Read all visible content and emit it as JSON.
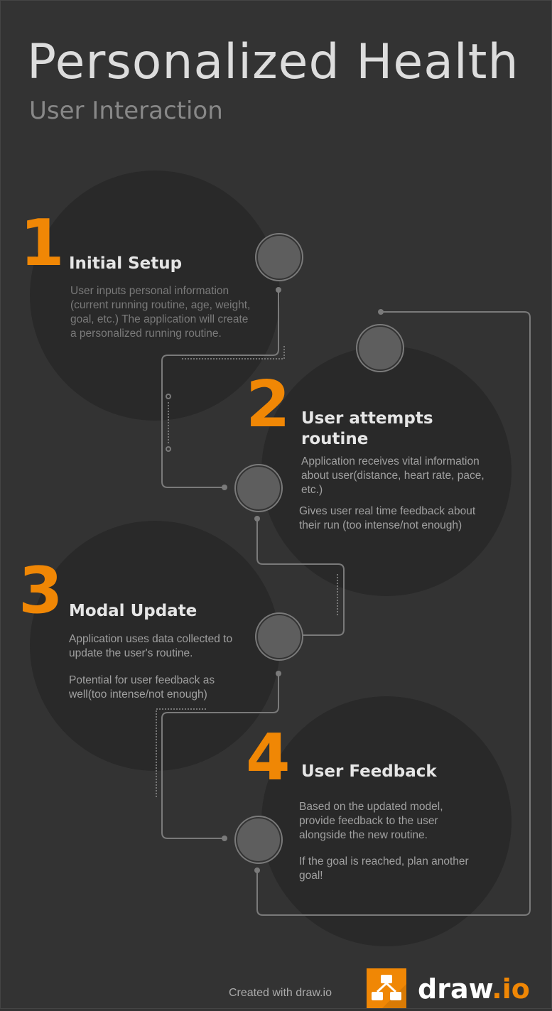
{
  "header": {
    "title": "Personalized Health",
    "subtitle": "User Interaction"
  },
  "steps": [
    {
      "number": "1",
      "heading": "Initial Setup",
      "text": "User inputs personal information (current running routine, age, weight, goal, etc.) The application will create a personalized running routine."
    },
    {
      "number": "2",
      "heading": "User attempts routine",
      "text": "Application receives vital information about user(distance, heart rate, pace, etc.)",
      "text2": "Gives user real time feedback about their run (too intense/not enough)"
    },
    {
      "number": "3",
      "heading": "Modal Update",
      "text": "Application uses data collected to update the user's routine.",
      "text2": "Potential for user feedback as well(too intense/not enough)"
    },
    {
      "number": "4",
      "heading": "User Feedback",
      "text": "Based on the updated model, provide feedback to the user alongside the new routine.",
      "text2": "If the goal is reached, plan another goal!"
    }
  ],
  "footer": {
    "created_with": "Created with draw.io",
    "logo_word": "draw",
    "logo_suffix": ".io"
  },
  "colors": {
    "background": "#333333",
    "accent": "#F08705",
    "circle": "#292929",
    "node": "#5e5e5e"
  },
  "icons": [
    "drawio-logo-icon",
    "connector-node-icon"
  ]
}
